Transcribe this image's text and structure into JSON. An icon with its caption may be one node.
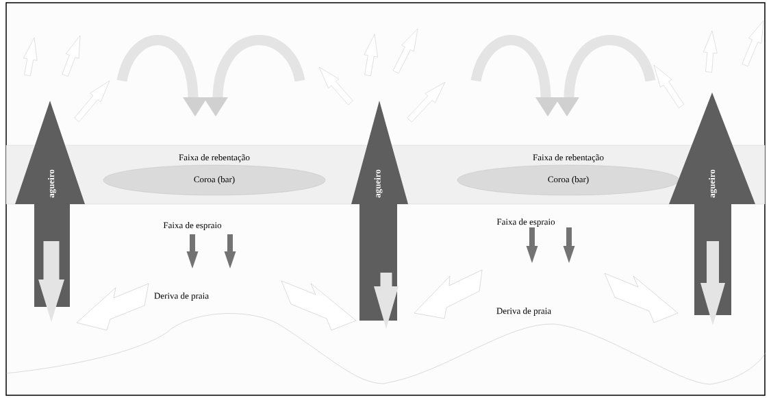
{
  "diagram": {
    "nodes": [
      {
        "text": [
          "Faixa de rebentação",
          "Faixa de rebentação"
        ]
      },
      {
        "text": [
          "Coroa (bar)"
        ],
        "in": 0
      },
      {
        "text": [
          "Coroa (bar)"
        ],
        "in": 0
      },
      {
        "text": [
          "agueiro"
        ]
      },
      {
        "text": [
          "agueiro"
        ]
      },
      {
        "text": [
          "agueiro"
        ]
      }
    ],
    "labels": [
      "Faixa de espraio",
      "Deriva de praia",
      "Faixa de espraio",
      "Deriva de praia"
    ]
  }
}
